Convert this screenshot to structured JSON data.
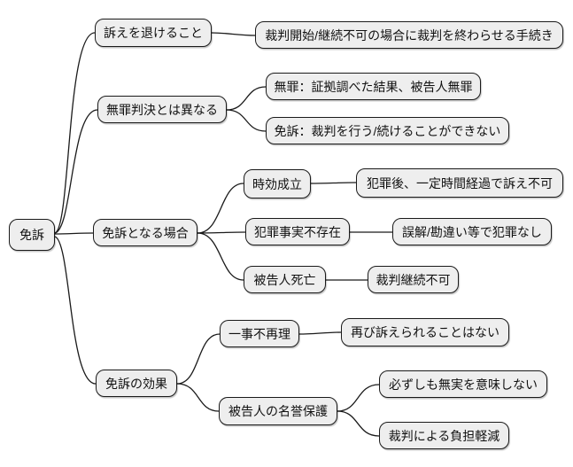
{
  "diagram_type": "mindmap",
  "style": {
    "background": "#ffffff",
    "node_fill": "#eeeeee",
    "node_border": "#1a1a1a",
    "edge_color": "#1a1a1a",
    "text_color": "#111111"
  },
  "tree": {
    "label": "免訴",
    "children": [
      {
        "label": "訴えを退けること",
        "children": [
          {
            "label": "裁判開始/継続不可の場合に裁判を終わらせる手続き"
          }
        ]
      },
      {
        "label": "無罪判決とは異なる",
        "children": [
          {
            "label": "無罪：証拠調べた結果、被告人無罪"
          },
          {
            "label": "免訴：裁判を行う/続けることができない"
          }
        ]
      },
      {
        "label": "免訴となる場合",
        "children": [
          {
            "label": "時効成立",
            "children": [
              {
                "label": "犯罪後、一定時間経過で訴え不可"
              }
            ]
          },
          {
            "label": "犯罪事実不存在",
            "children": [
              {
                "label": "誤解/勘違い等で犯罪なし"
              }
            ]
          },
          {
            "label": "被告人死亡",
            "children": [
              {
                "label": "裁判継続不可"
              }
            ]
          }
        ]
      },
      {
        "label": "免訴の効果",
        "children": [
          {
            "label": "一事不再理",
            "children": [
              {
                "label": "再び訴えられることはない"
              }
            ]
          },
          {
            "label": "被告人の名誉保護",
            "children": [
              {
                "label": "必ずしも無実を意味しない"
              },
              {
                "label": "裁判による負担軽減"
              }
            ]
          }
        ]
      }
    ]
  }
}
